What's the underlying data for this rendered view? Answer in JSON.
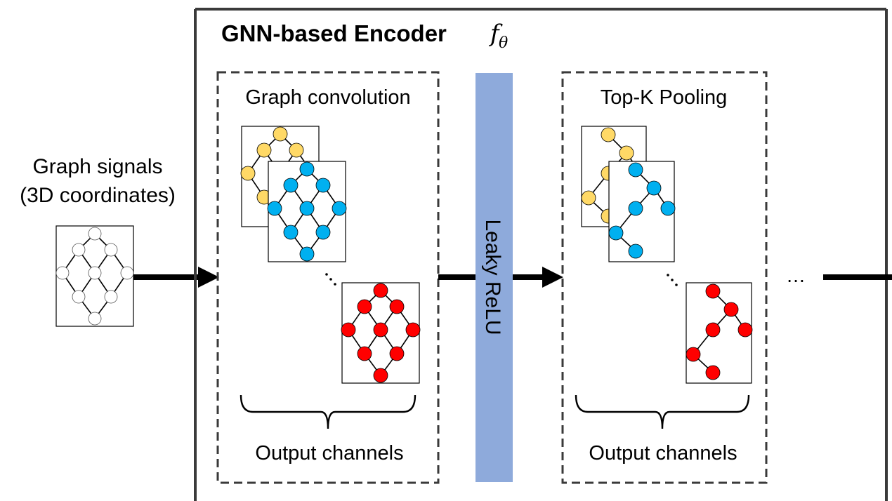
{
  "input": {
    "label_line1": "Graph signals",
    "label_line2": "(3D coordinates)"
  },
  "encoder": {
    "title": "GNN-based Encoder",
    "symbol": "f",
    "symbol_subscript": "θ"
  },
  "conv_block": {
    "title": "Graph convolution",
    "footer": "Output channels"
  },
  "activation": {
    "label": "Leaky ReLU",
    "color": "#8eaadb"
  },
  "pool_block": {
    "title": "Top-K Pooling",
    "footer": "Output channels"
  },
  "ellipsis": "…",
  "colors": {
    "input_node": "#ffffff",
    "channel_1": "#ffd966",
    "channel_2": "#00b0f0",
    "channel_last": "#ff0000"
  }
}
